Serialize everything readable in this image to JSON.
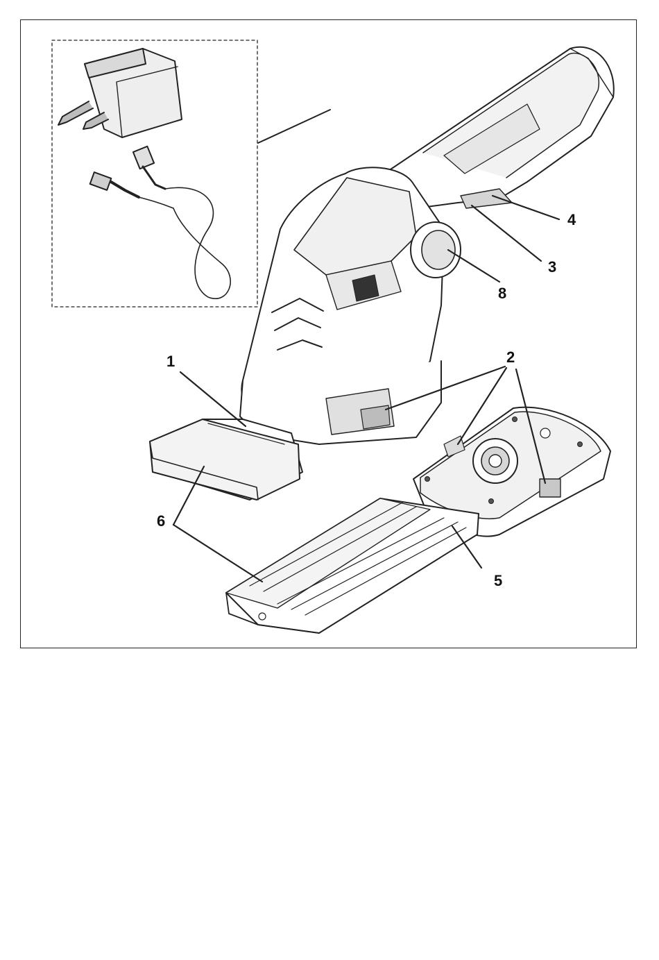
{
  "figure": {
    "callouts": {
      "c1": "1",
      "c2": "2",
      "c3": "3",
      "c4": "4",
      "c5": "5",
      "c6": "6",
      "c8": "8"
    },
    "line_color": "#222222",
    "fill_color": "#ffffff",
    "shade_color": "#d9d9d9"
  }
}
